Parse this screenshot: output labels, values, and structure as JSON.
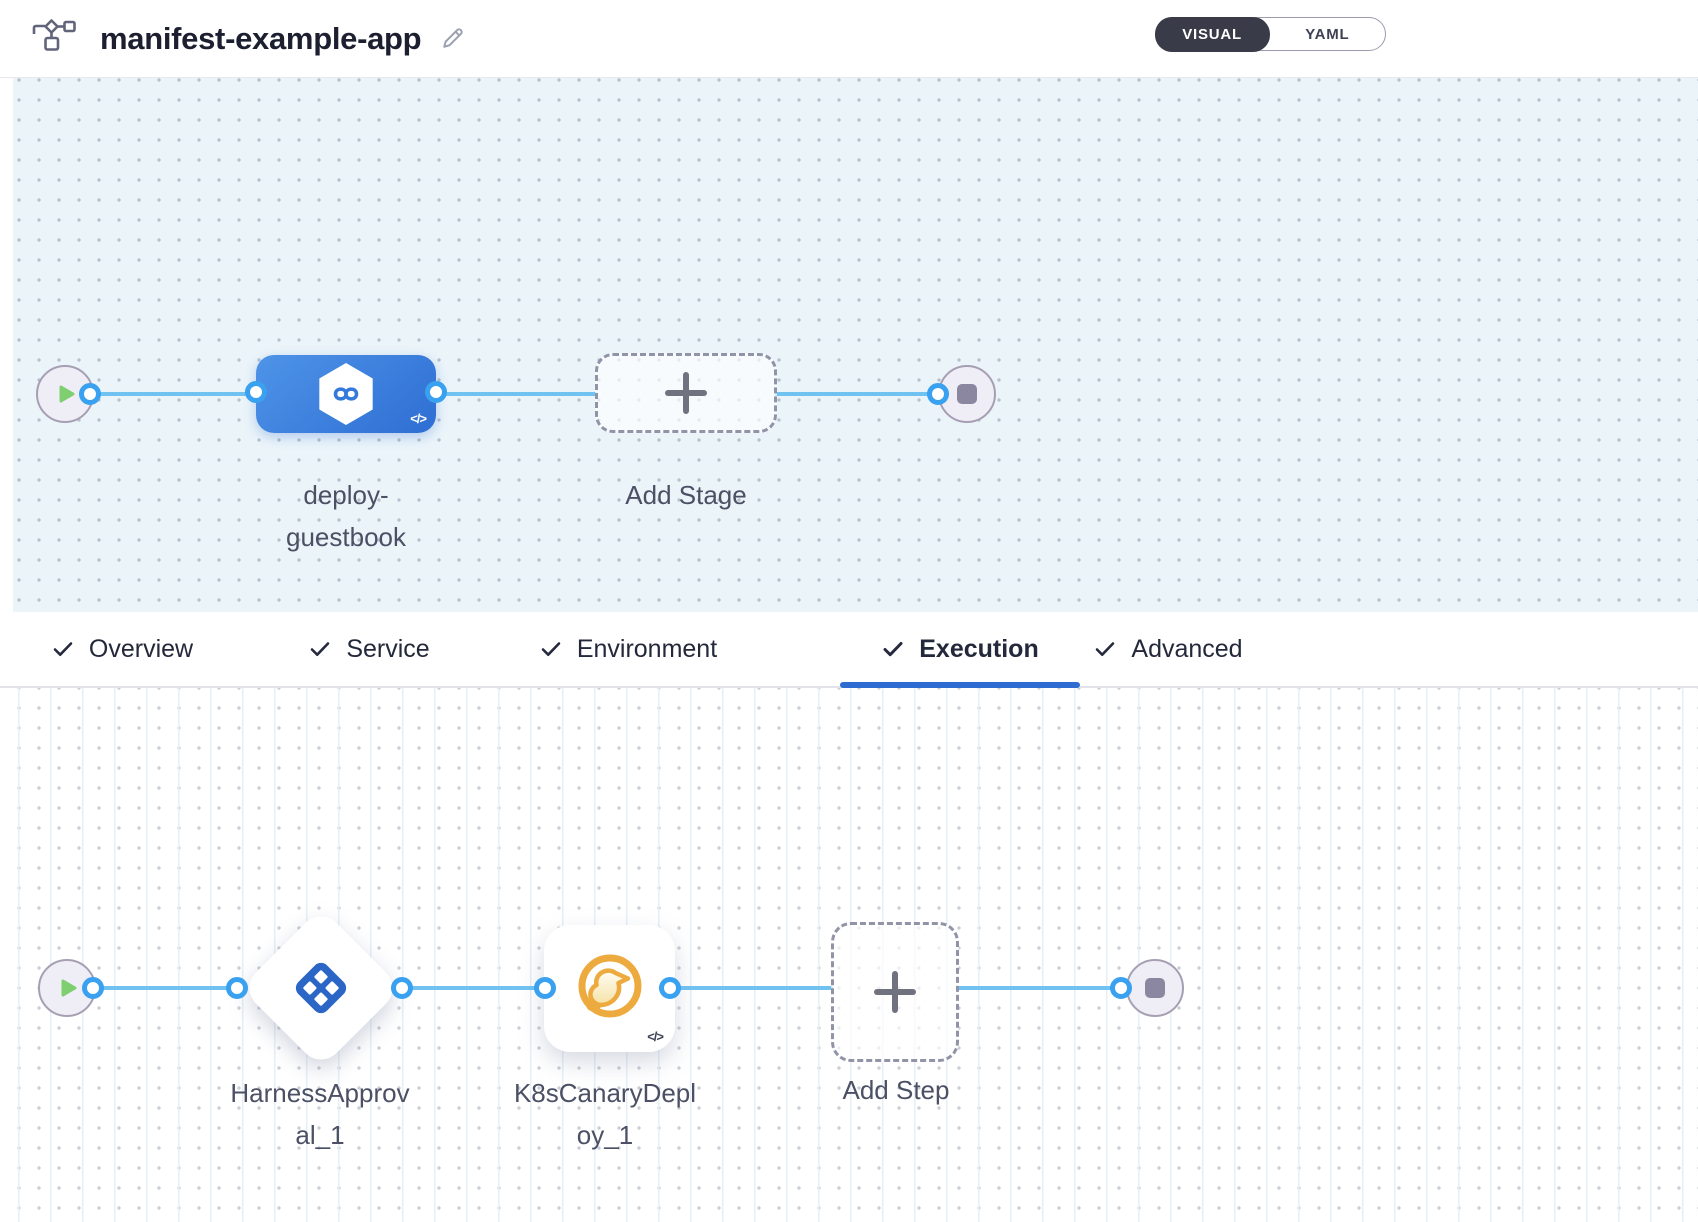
{
  "header": {
    "title": "manifest-example-app",
    "view_toggle": {
      "options": [
        "VISUAL",
        "YAML"
      ],
      "selected": "VISUAL"
    }
  },
  "stage_pipeline": {
    "stage": {
      "name": "deploy-guestbook",
      "label_lines": [
        "deploy-",
        "guestbook"
      ],
      "code_badge": "</>"
    },
    "add_stage_label": "Add Stage"
  },
  "tabs": [
    {
      "label": "Overview",
      "checked": true,
      "active": false
    },
    {
      "label": "Service",
      "checked": true,
      "active": false
    },
    {
      "label": "Environment",
      "checked": true,
      "active": false
    },
    {
      "label": "Execution",
      "checked": true,
      "active": true
    },
    {
      "label": "Advanced",
      "checked": true,
      "active": false
    }
  ],
  "execution": {
    "steps": [
      {
        "name": "HarnessApproval_1",
        "label_lines": [
          "HarnessApprov",
          "al_1"
        ]
      },
      {
        "name": "K8sCanaryDeploy_1",
        "label_lines": [
          "K8sCanaryDepl",
          "oy_1"
        ],
        "code_badge": "</>"
      }
    ],
    "add_step_label": "Add Step"
  },
  "colors": {
    "stage_node_blue": "#3b7ddd",
    "connector_blue": "#70c3f1",
    "port_border_blue": "#39a1ef",
    "stage_canvas_bg": "#ebf4f9",
    "toggle_active_dark": "#393b48",
    "active_tab_underline": "#2e6cd1",
    "canary_amber": "#edaa3e",
    "approval_blue": "#2b66c6",
    "play_green": "#7fcf70",
    "terminal_node_fill": "#efedf5"
  }
}
